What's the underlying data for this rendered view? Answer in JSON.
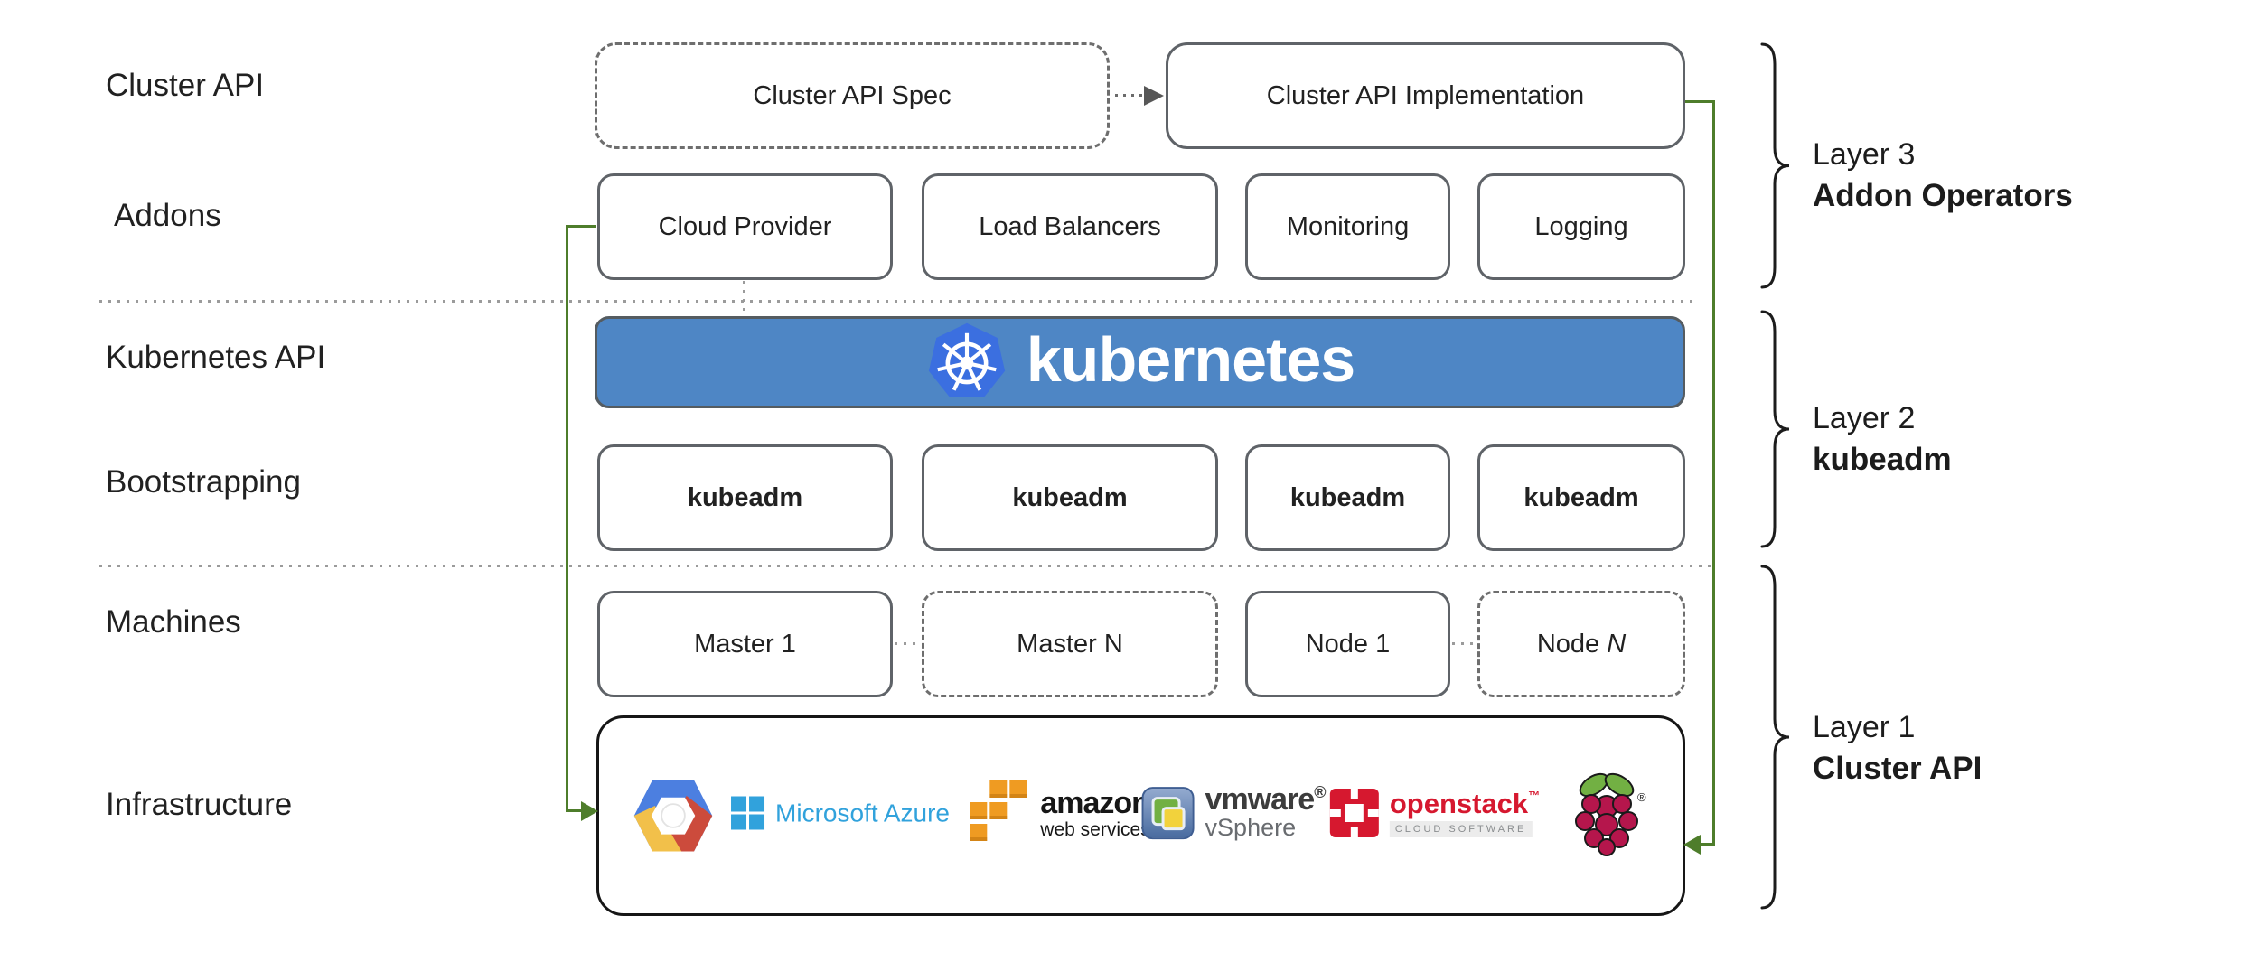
{
  "row_labels": {
    "cluster_api": "Cluster API",
    "addons": "Addons",
    "kubernetes_api": "Kubernetes API",
    "bootstrapping": "Bootstrapping",
    "machines": "Machines",
    "infrastructure": "Infrastructure"
  },
  "cluster_api_row": {
    "spec": "Cluster API Spec",
    "implementation": "Cluster API Implementation"
  },
  "addon_boxes": [
    "Cloud Provider",
    "Load Balancers",
    "Monitoring",
    "Logging"
  ],
  "kubernetes_banner": {
    "wordmark": "kubernetes"
  },
  "bootstrap_boxes": [
    "kubeadm",
    "kubeadm",
    "kubeadm",
    "kubeadm"
  ],
  "machine_boxes": [
    {
      "prefix": "Master ",
      "n": "1"
    },
    {
      "prefix": "Master ",
      "n": "N"
    },
    {
      "prefix": "Node ",
      "n": "1"
    },
    {
      "prefix": "Node ",
      "n": "N"
    }
  ],
  "infrastructure_logos": {
    "google_cloud": {
      "name": "Google Cloud"
    },
    "azure": {
      "text": "Microsoft Azure"
    },
    "aws": {
      "line1": "amazon",
      "line2": "web services"
    },
    "vmware": {
      "line1": "vmware",
      "line2": "vSphere"
    },
    "openstack": {
      "line1": "openstack",
      "line2": "CLOUD SOFTWARE"
    },
    "raspberry_pi": {
      "name": "Raspberry Pi",
      "registered": "®"
    }
  },
  "layer_labels": [
    {
      "line1": "Layer 3",
      "line2": "Addon Operators"
    },
    {
      "line1": "Layer 2",
      "line2": "kubeadm"
    },
    {
      "line1": "Layer 1",
      "line2": "Cluster API"
    }
  ],
  "colors": {
    "text": "#212121",
    "box_border": "#5f6368",
    "banner_blue": "#4E86C5",
    "k8s_logo_blue": "#3B6FE0",
    "connector_green": "#4E7D2B",
    "azure_blue": "#31A2DC",
    "aws_orange": "#EF9B22",
    "openstack_red": "#D6182F",
    "raspberry_red": "#B5164C",
    "leaf_green": "#72B043",
    "google_blue": "#4C7FE0",
    "google_red": "#CC4B3C",
    "google_yellow": "#F2C04A"
  }
}
